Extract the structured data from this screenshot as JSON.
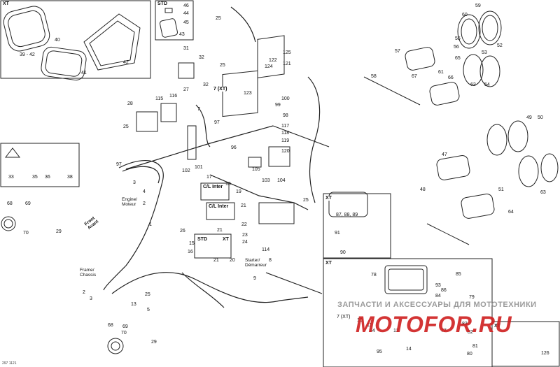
{
  "tags": {
    "xt_top_left": "XT",
    "std_top": "STD",
    "xt_top_mid": "7 (XT)",
    "xt_right_mid": "XT",
    "xt_bottom_right": "XT",
    "xt_corner": "XT",
    "std_mid": "STD",
    "xt_mid": "XT",
    "cl_inter_1": "C/L Inter",
    "cl_inter_2": "C/L Inter"
  },
  "callouts": {
    "engine": [
      "Engine/",
      "Moteur"
    ],
    "frame": [
      "Frame/",
      "Chassis"
    ],
    "starter": [
      "Starter/",
      "Démarreur"
    ],
    "front": [
      "Front",
      "Avant"
    ]
  },
  "watermark": {
    "line1": "ЗАПЧАСТИ И АКСЕССУАРЫ ДЛЯ МОТОТЕХНИКИ",
    "line2": "MOTOFOR.RU",
    "color_text": "#9a9a9a",
    "color_red": "#cf1f1f"
  },
  "doc_id": "297 1121",
  "part_numbers": [
    "39 - 42",
    "40",
    "41",
    "42",
    "46",
    "44",
    "45",
    "43",
    "25",
    "31",
    "32",
    "25",
    "27",
    "32",
    "7 (XT)",
    "125",
    "122",
    "124",
    "121",
    "123",
    "100",
    "99",
    "98",
    "115",
    "116",
    "28",
    "25",
    "7",
    "97",
    "96",
    "117",
    "118",
    "119",
    "120",
    "101",
    "102",
    "105",
    "103",
    "104",
    "97",
    "33",
    "35",
    "36",
    "38",
    "3",
    "4",
    "2",
    "17",
    "18",
    "19",
    "21",
    "21",
    "22",
    "23",
    "24",
    "114",
    "25",
    "1",
    "68",
    "69",
    "70",
    "29",
    "26",
    "15",
    "16",
    "21",
    "20",
    "8",
    "9",
    "2",
    "3",
    "25",
    "13",
    "5",
    "68",
    "69",
    "70",
    "29",
    "59",
    "60",
    "55",
    "56",
    "57",
    "58",
    "61",
    "65",
    "66",
    "67",
    "62",
    "53",
    "52",
    "54",
    "47",
    "49",
    "50",
    "51",
    "48",
    "63",
    "64",
    "87, 88, 89",
    "91",
    "90",
    "78",
    "85",
    "86",
    "93",
    "84",
    "83",
    "82",
    "81",
    "80",
    "79",
    "77",
    "94",
    "95",
    "10",
    "11",
    "12",
    "14",
    "7 (XT)",
    "126"
  ]
}
